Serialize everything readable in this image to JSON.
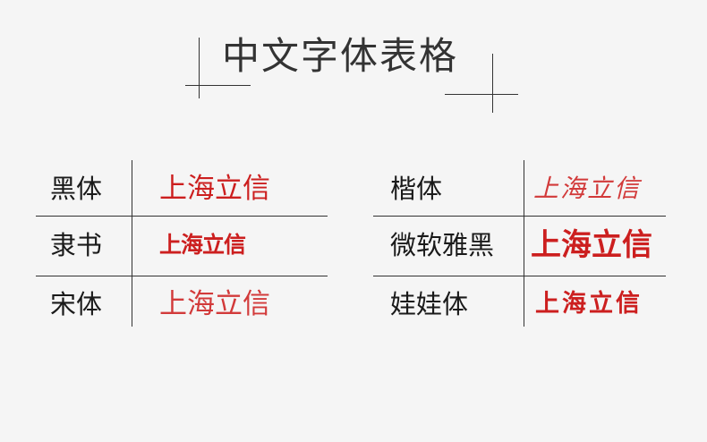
{
  "title": "中文字体表格",
  "colors": {
    "accent": "#cc1f1f",
    "text": "#1a1a1a",
    "background": "#f5f5f5"
  },
  "left_table": [
    {
      "name": "黑体",
      "sample": "上海立信"
    },
    {
      "name": "隶书",
      "sample": "上海立信"
    },
    {
      "name": "宋体",
      "sample": "上海立信"
    }
  ],
  "right_table": [
    {
      "name": "楷体",
      "sample": "上海立信"
    },
    {
      "name": "微软雅黑",
      "sample": "上海立信"
    },
    {
      "name": "娃娃体",
      "sample": "上海立信"
    }
  ]
}
